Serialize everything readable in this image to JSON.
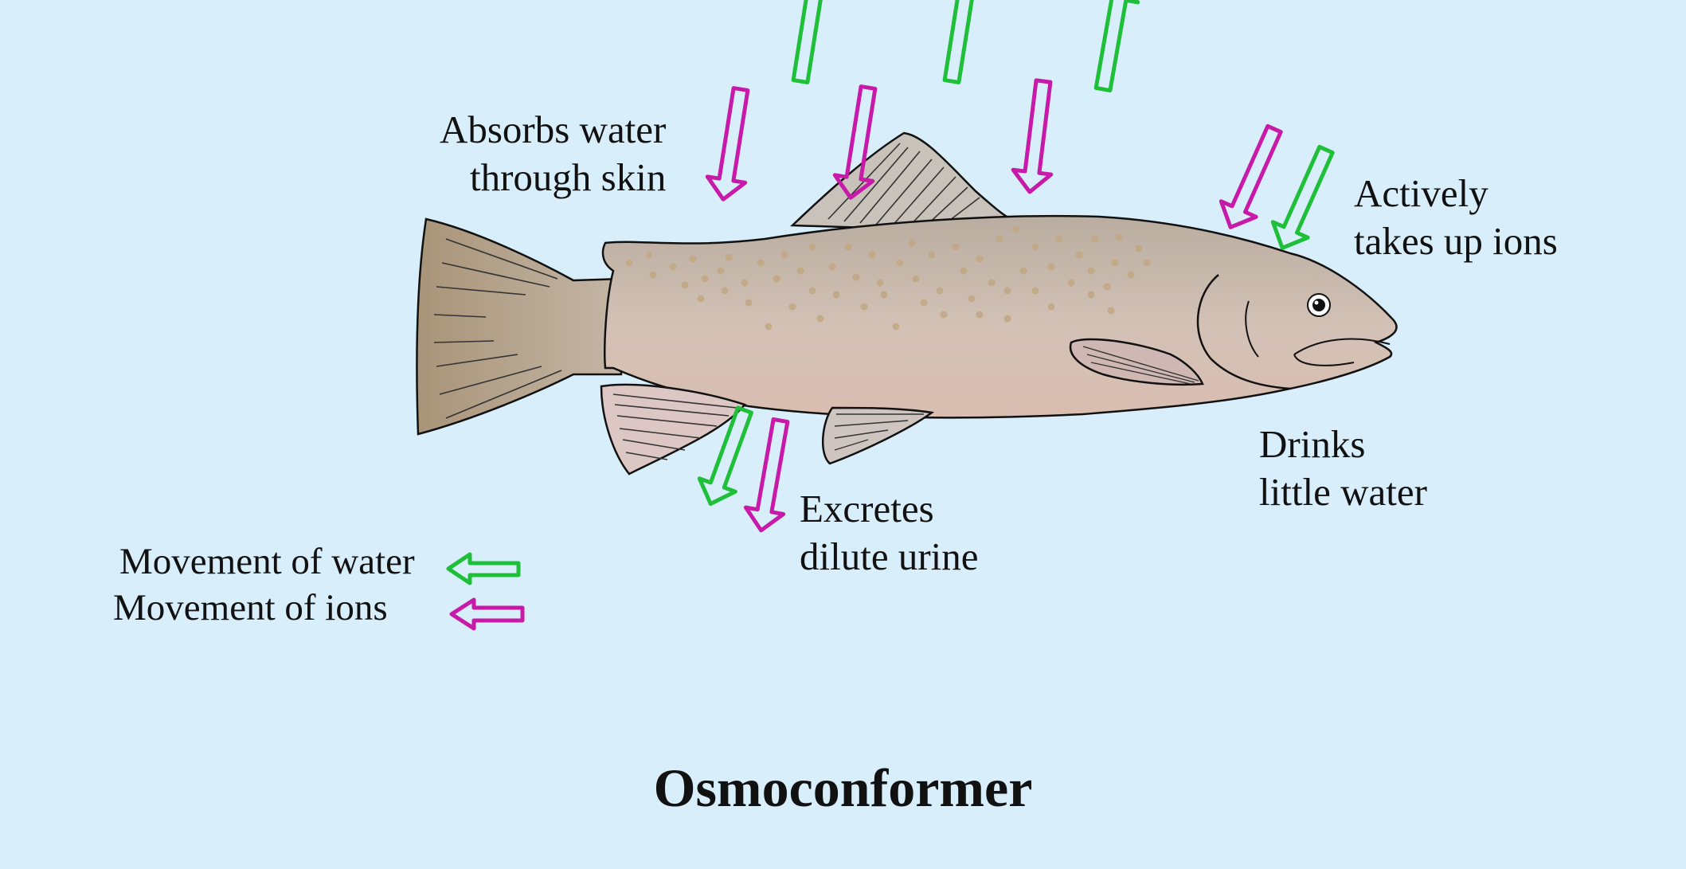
{
  "title": "Osmoconformer",
  "labels": {
    "absorbs": [
      "Absorbs water",
      "through skin"
    ],
    "ions": [
      "Actively",
      "takes up ions"
    ],
    "drinks": [
      "Drinks",
      "little water"
    ],
    "excretes": [
      "Excretes",
      "dilute urine"
    ]
  },
  "legend": {
    "water": "Movement of water",
    "ions": "Movement of ions"
  },
  "colors": {
    "background": "#d8effb",
    "water_arrow": "#1fbf3a",
    "ion_arrow": "#c81aa8"
  }
}
